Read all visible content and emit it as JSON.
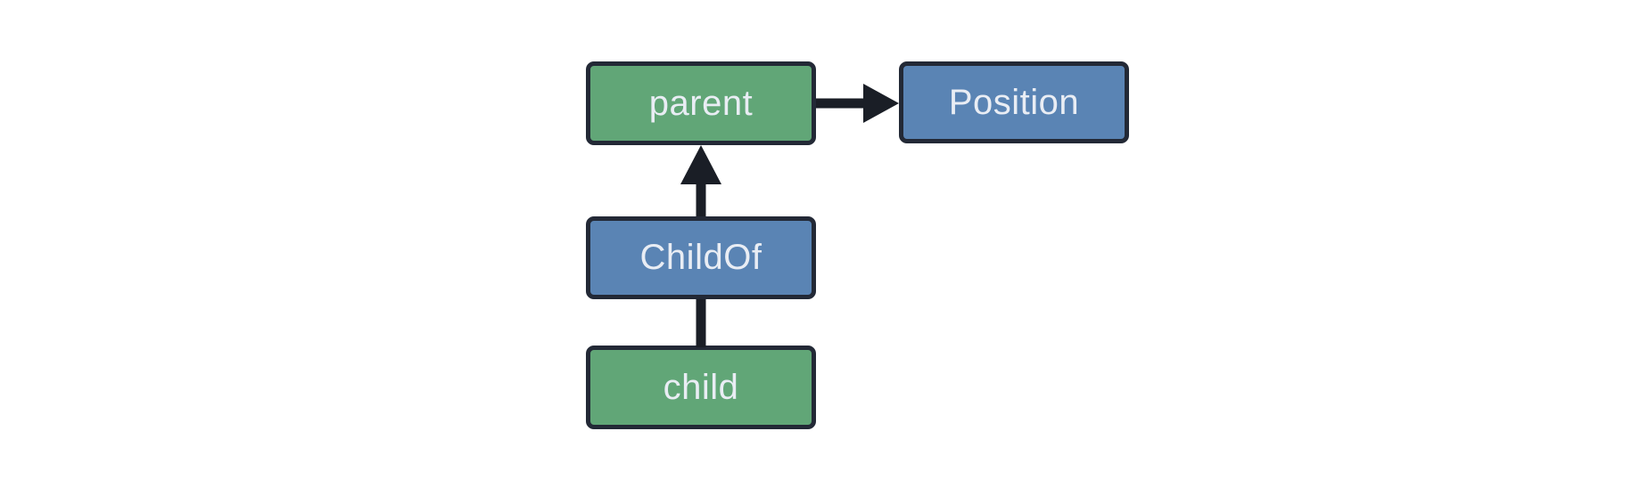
{
  "diagram": {
    "background_color": "#ffffff",
    "colors": {
      "green_node_fill": "#61A677",
      "blue_node_fill": "#5A84B4",
      "node_border": "#232936",
      "arrow": "#1A1E26",
      "label_text": "#E9EDF4"
    },
    "nodes": [
      {
        "id": "parent",
        "label": "parent",
        "fill": "green"
      },
      {
        "id": "position",
        "label": "Position",
        "fill": "blue"
      },
      {
        "id": "childof",
        "label": "ChildOf",
        "fill": "blue"
      },
      {
        "id": "child",
        "label": "child",
        "fill": "green"
      }
    ],
    "edges": [
      {
        "from": "parent",
        "to": "Position",
        "style": "arrow",
        "direction": "right"
      },
      {
        "from": "ChildOf",
        "to": "parent",
        "style": "arrow",
        "direction": "up"
      },
      {
        "from": "child",
        "to": "ChildOf",
        "style": "plain-line",
        "direction": "up"
      }
    ]
  }
}
